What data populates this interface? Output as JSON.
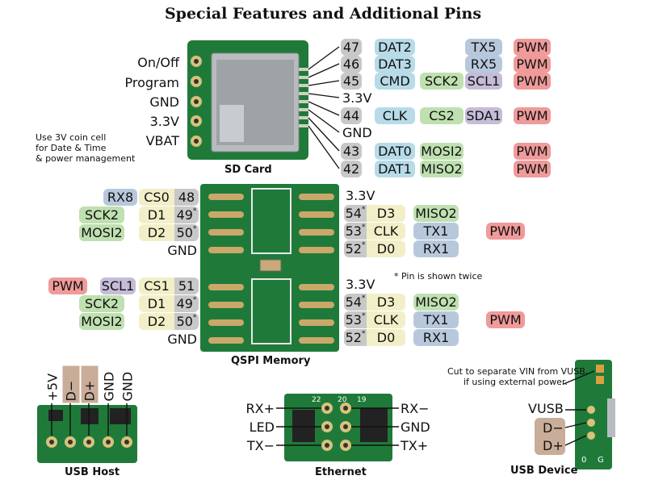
{
  "title": "Special Features and Additional Pins",
  "colors": {
    "pin_gray": "#c8c8c8",
    "sd_blue": "#b7dbe8",
    "spi_green": "#bfe0b0",
    "uart_blue": "#b8c8dc",
    "i2c_purple": "#c6bcd8",
    "pwm_red": "#f09a9a",
    "qspi_yellow": "#f2efc8",
    "usb_tan": "#c9ad98",
    "pcb_green": "#1f7a3a"
  },
  "sd": {
    "caption": "SD Card",
    "left_labels": [
      "On/Off",
      "Program",
      "GND",
      "3.3V",
      "VBAT"
    ],
    "coin_note": [
      "Use 3V coin cell",
      "for Date & Time",
      "& power management"
    ],
    "rows": [
      {
        "pin": "47",
        "sd": "DAT2",
        "spi": "",
        "uart": "TX5",
        "pwm": "PWM"
      },
      {
        "pin": "46",
        "sd": "DAT3",
        "spi": "",
        "uart": "RX5",
        "pwm": "PWM"
      },
      {
        "pin": "45",
        "sd": "CMD",
        "spi": "SCK2",
        "uart": "SCL1",
        "pwm": "PWM"
      },
      {
        "pin": "3.3V"
      },
      {
        "pin": "44",
        "sd": "CLK",
        "spi": "CS2",
        "uart": "SDA1",
        "pwm": "PWM"
      },
      {
        "pin": "GND"
      },
      {
        "pin": "43",
        "sd": "DAT0",
        "spi": "MOSI2",
        "uart": "",
        "pwm": "PWM"
      },
      {
        "pin": "42",
        "sd": "DAT1",
        "spi": "MISO2",
        "uart": "",
        "pwm": "PWM"
      }
    ]
  },
  "qspi": {
    "caption": "QSPI Memory",
    "footnote": "* Pin is shown twice",
    "star": "*",
    "top_left": {
      "extra": [
        "RX8",
        "SCK2",
        "MOSI2"
      ],
      "func": [
        "CS0",
        "D1",
        "D2"
      ],
      "pins": [
        "48",
        "49",
        "50"
      ],
      "gnd": "GND"
    },
    "bottom_left": {
      "pwm": "PWM",
      "extra": [
        "SCL1",
        "SCK2",
        "MOSI2"
      ],
      "func": [
        "CS1",
        "D1",
        "D2"
      ],
      "pins": [
        "51",
        "49",
        "50"
      ],
      "gnd": "GND"
    },
    "right": {
      "v33": "3.3V",
      "pins": [
        "54",
        "53",
        "52"
      ],
      "func": [
        "D3",
        "CLK",
        "D0"
      ],
      "extra": [
        "MISO2",
        "TX1",
        "RX1"
      ],
      "pwm": "PWM"
    }
  },
  "usb_host": {
    "caption": "USB Host",
    "labels": [
      "+5V",
      "D−",
      "D+",
      "GND",
      "GND"
    ]
  },
  "ethernet": {
    "caption": "Ethernet",
    "left": [
      "RX+",
      "LED",
      "TX−"
    ],
    "right": [
      "RX−",
      "GND",
      "TX+"
    ],
    "pcb_numbers": [
      "22",
      "20",
      "19"
    ]
  },
  "usb_device": {
    "caption": "USB Device",
    "note": [
      "Cut to separate VIN from VUSB,",
      "if using external power."
    ],
    "vusb": "VUSB",
    "dminus": "D−",
    "dplus": "D+",
    "pcb_text": [
      "0",
      "G"
    ]
  }
}
